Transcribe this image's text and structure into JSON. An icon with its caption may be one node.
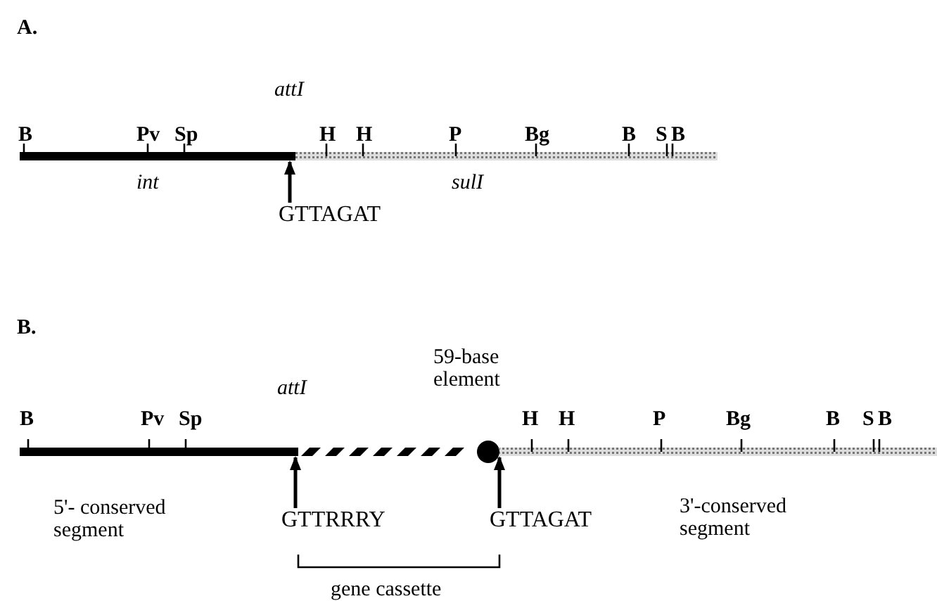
{
  "diagram": {
    "nodes": [
      {
        "text": [
          "GTTAGAT"
        ]
      },
      {
        "text": [
          "GTTRRRY"
        ]
      },
      {
        "text": [
          "GTTAGAT"
        ]
      },
      {
        "text": [],
        "shape": "bar"
      },
      {
        "text": [],
        "shape": "bar"
      }
    ],
    "edges": [
      {
        "from": 0,
        "to": 3,
        "arrow": "to"
      },
      {
        "from": 1,
        "to": 4,
        "arrow": "to"
      },
      {
        "from": 2,
        "to": 4,
        "arrow": "to"
      }
    ],
    "labels": [
      "A.",
      "attI",
      "B",
      "Pv",
      "Sp",
      "H",
      "H",
      "P",
      "Bg",
      "B",
      "S",
      "B",
      "int",
      "sulI",
      "B.",
      "59-base element",
      "attI",
      "B",
      "Pv",
      "Sp",
      "H",
      "H",
      "P",
      "Bg",
      "B",
      "S",
      "B",
      "5'- conserved segment",
      "3'-conserved segment",
      "gene cassette"
    ]
  }
}
